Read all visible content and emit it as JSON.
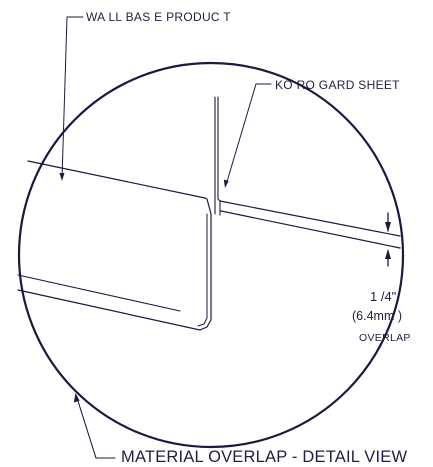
{
  "labels": {
    "wall_base_product": "WA LL BAS E PRODUC T",
    "korogard_sheet": "KO RO GARD  SHEET",
    "dimension_inch": "1 /4\"",
    "dimension_mm": "(6.4mm )",
    "overlap": "OVERLAP",
    "title": "MATERIAL OVERLAP - DETAIL VIEW"
  },
  "colors": {
    "line": "#1a1a40",
    "background": "#ffffff"
  }
}
